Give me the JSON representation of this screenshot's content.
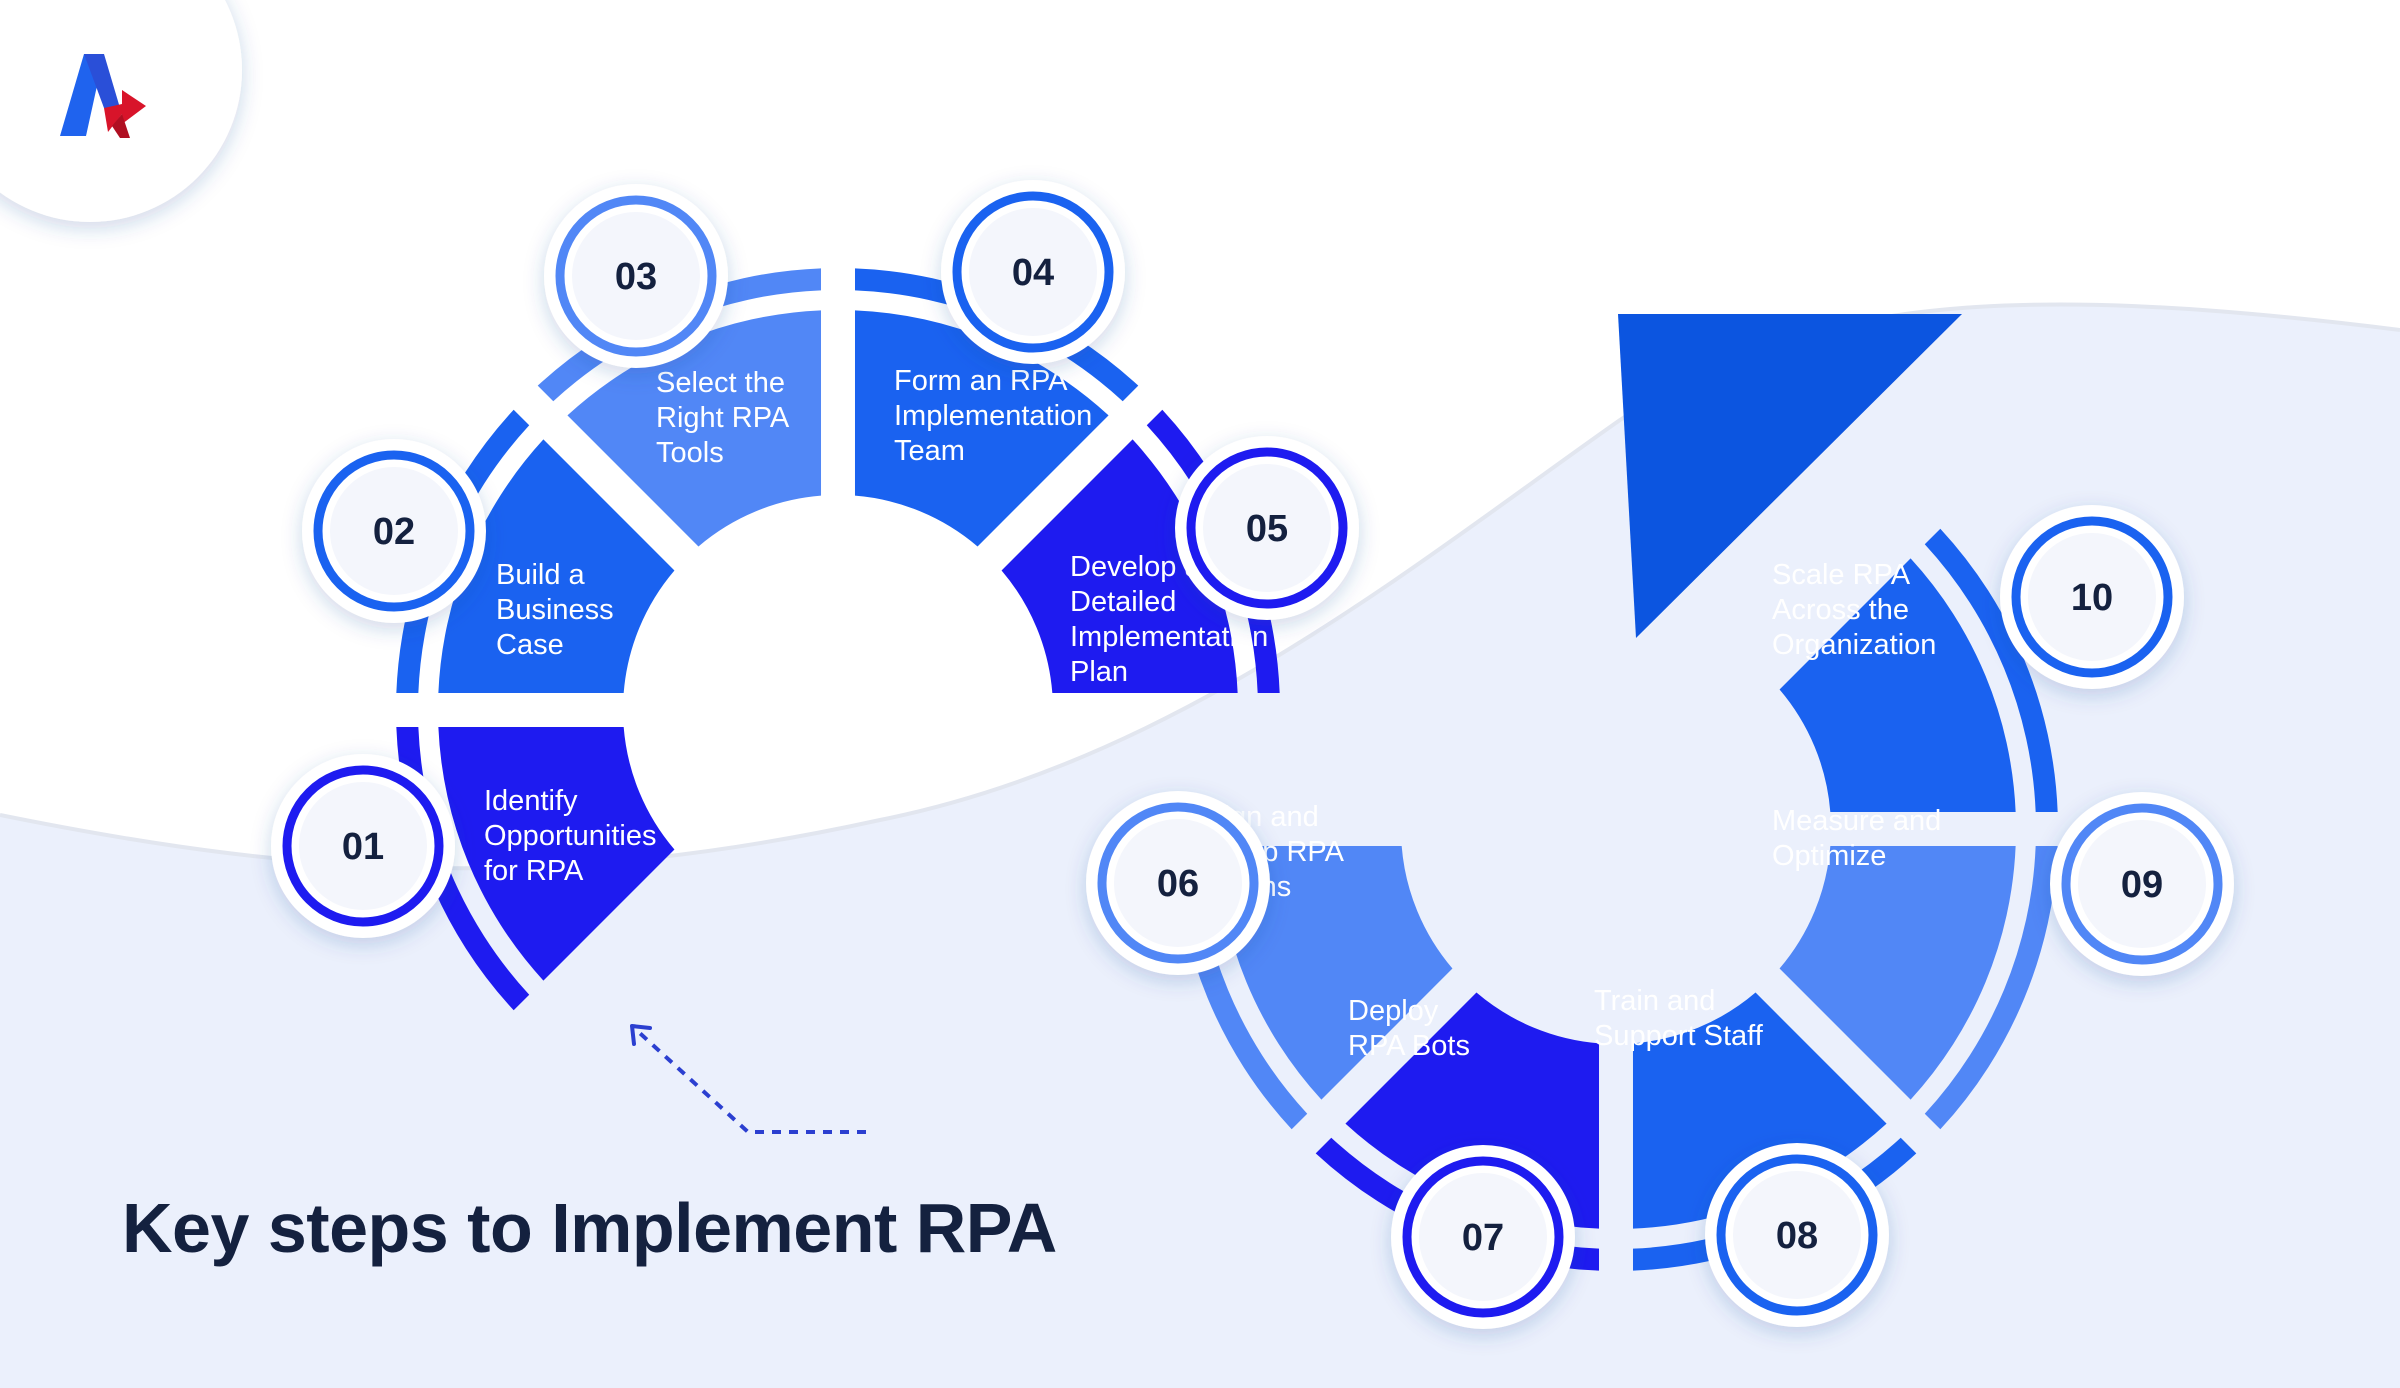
{
  "title": "Key steps to Implement RPA",
  "logo": {
    "icon": "brand-logo-icon"
  },
  "colors": {
    "page_bg": "#ffffff",
    "wave_bg": "#ebf0fc",
    "wave_line": "#e2e6ef",
    "deep_blue": "#1e1bf0",
    "royal_blue": "#1a62f0",
    "light_blue": "#5187f6",
    "banner_blue": "#0c55e0",
    "label_text": "#ffffff",
    "number_text": "#14213f",
    "title_text": "#14213f"
  },
  "steps": [
    {
      "number": "01",
      "lines": [
        "Identify",
        "Opportunities",
        "for RPA"
      ],
      "color": "deep_blue"
    },
    {
      "number": "02",
      "lines": [
        "Build a",
        "Business",
        "Case"
      ],
      "color": "royal_blue"
    },
    {
      "number": "03",
      "lines": [
        "Select the",
        "Right RPA",
        "Tools"
      ],
      "color": "light_blue"
    },
    {
      "number": "04",
      "lines": [
        "Form an RPA",
        "Implementation",
        "Team"
      ],
      "color": "royal_blue"
    },
    {
      "number": "05",
      "lines": [
        "Develop a",
        "Detailed",
        "Implementation",
        "Plan"
      ],
      "color": "deep_blue"
    },
    {
      "number": "06",
      "lines": [
        "Design and",
        "Develop RPA",
        "Solutions"
      ],
      "color": "light_blue"
    },
    {
      "number": "07",
      "lines": [
        "Deploy",
        "RPA Bots"
      ],
      "color": "deep_blue"
    },
    {
      "number": "08",
      "lines": [
        "Train and",
        "Support Staff"
      ],
      "color": "royal_blue"
    },
    {
      "number": "09",
      "lines": [
        "Measure and",
        "Optimize"
      ],
      "color": "light_blue"
    },
    {
      "number": "10",
      "lines": [
        "Scale RPA",
        "Across the",
        "Organization"
      ],
      "color": "royal_blue"
    }
  ]
}
